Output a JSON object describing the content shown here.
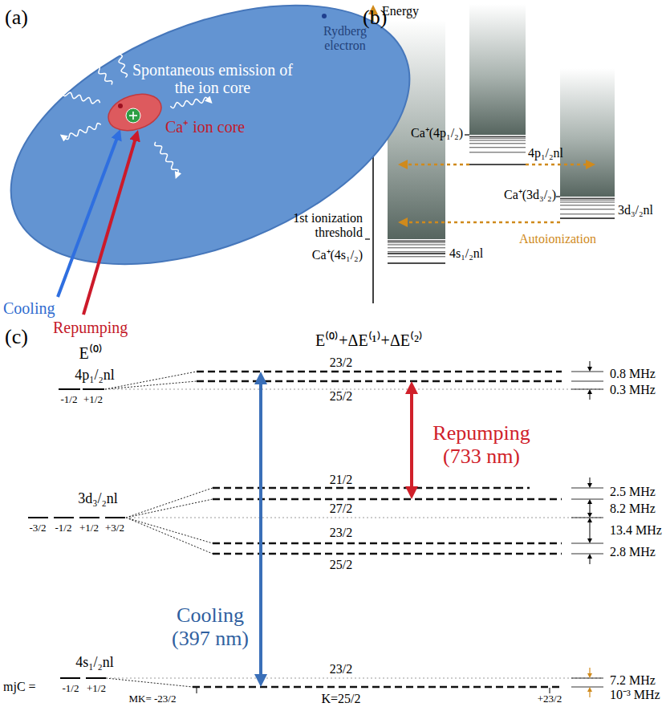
{
  "diagram": {
    "nodes": [
      {
        "text": [
          "Rydberg electron",
          "Spontaneous emission of the ion core"
        ]
      },
      {
        "text": [
          "Ca⁺ ion core"
        ],
        "in": 0
      }
    ],
    "labels": [
      "(a)",
      "(b)",
      "(c)",
      "Cooling",
      "Repumping",
      "Energy",
      "Ca⁺(4p₁/₂)",
      "4p₁/₂nl",
      "Ca⁺(3d₃/₂)",
      "3d₃/₂nl",
      "1st ionization threshold",
      "Ca⁺(4s₁/₂)",
      "4s₁/₂nl",
      "Autoionization",
      "E⁽⁰⁾",
      "E⁽⁰⁾+ΔE⁽¹⁾+ΔE⁽²⁾",
      "4p₁/₂nl",
      "-1/2",
      "+1/2",
      "23/2",
      "25/2",
      "0.8 MHz",
      "0.3 MHz",
      "Repumping (733 nm)",
      "3d₃/₂nl",
      "-3/2",
      "-1/2",
      "+1/2",
      "+3/2",
      "21/2",
      "27/2",
      "23/2",
      "25/2",
      "2.5 MHz",
      "8.2 MHz",
      "13.4 MHz",
      "2.8 MHz",
      "Cooling (397 nm)",
      "4s₁/₂nl",
      "mjC =",
      "-1/2",
      "+1/2",
      "23/2",
      "K=25/2",
      "7.2 MHz",
      "10⁻³ MHz",
      "MK= -23/2",
      "+23/2"
    ]
  }
}
